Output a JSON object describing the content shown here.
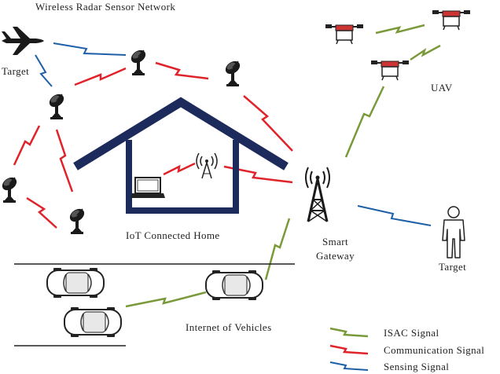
{
  "labels": {
    "wrsn": "Wireless Radar Sensor Network",
    "target_top": "Target",
    "uav": "UAV",
    "iot_home": "IoT Connected Home",
    "gateway_line1": "Smart",
    "gateway_line2": "Gateway",
    "target_right": "Target",
    "iov": "Internet of Vehicles"
  },
  "legend": [
    {
      "label": "ISAC Signal",
      "color": "#7a9a3a"
    },
    {
      "label": "Communication Signal",
      "color": "#e0232a"
    },
    {
      "label": "Sensing Signal",
      "color": "#1f5fa8"
    }
  ],
  "colors": {
    "house": "#1d2a5c",
    "isac": "#7a9a3a",
    "comm": "#e0232a",
    "sensing": "#1f5fa8",
    "ink": "#222222"
  },
  "icons": {
    "airplane": "airplane-icon",
    "radar": "radar-dish-icon",
    "drone": "drone-icon",
    "tower": "cell-tower-icon",
    "person": "person-icon",
    "car": "car-icon",
    "laptop": "laptop-icon",
    "router": "router-icon"
  }
}
